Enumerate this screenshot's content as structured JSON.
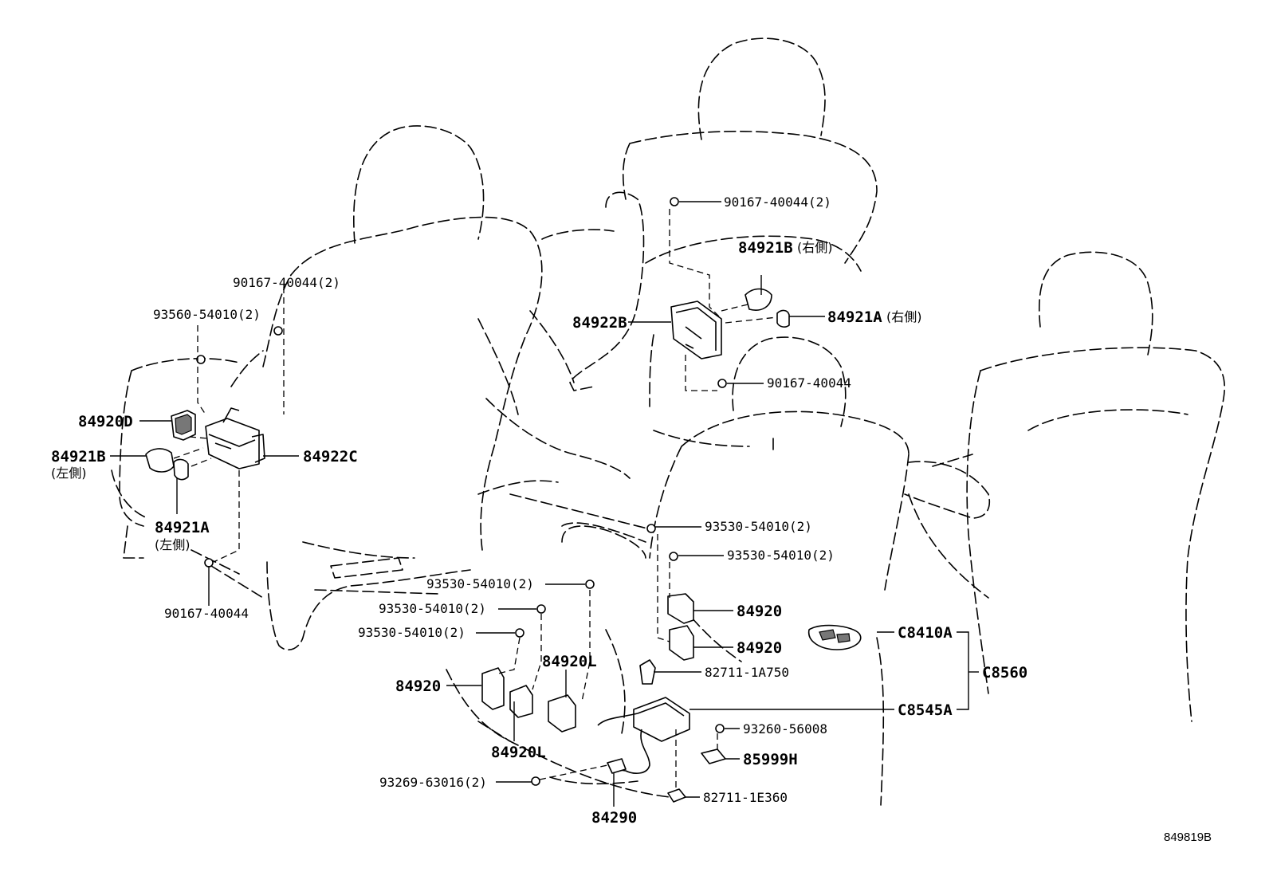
{
  "diagram_code": "849819B",
  "labels": {
    "p_90167_40044_2_left": "90167-40044(2)",
    "p_93560_54010_2": "93560-54010(2)",
    "p_84920D": "84920D",
    "p_84921B_left": "84921B",
    "p_left_side_1": "(左側)",
    "p_84921A_left": "84921A",
    "p_left_side_2": "(左側)",
    "p_84922C": "84922C",
    "p_90167_40044_bottom": "90167-40044",
    "p_90167_40044_2_right": "90167-40044(2)",
    "p_84921B_right": "84921B",
    "p_right_side_1": "(右側)",
    "p_84921A_right": "84921A",
    "p_right_side_2": "(右側)",
    "p_84922B": "84922B",
    "p_90167_40044_mid": "90167-40044",
    "p_93530_54010_2_a": "93530-54010(2)",
    "p_93530_54010_2_b": "93530-54010(2)",
    "p_93530_54010_2_c": "93530-54010(2)",
    "p_93530_54010_2_d": "93530-54010(2)",
    "p_93530_54010_2_e": "93530-54010(2)",
    "p_84920_a": "84920",
    "p_84920_b": "84920",
    "p_84920_c": "84920",
    "p_84920L_a": "84920L",
    "p_84920L_b": "84920L",
    "p_82711_1A750": "82711-1A750",
    "p_C8410A": "C8410A",
    "p_C8560": "C8560",
    "p_C8545A": "C8545A",
    "p_93260_56008": "93260-56008",
    "p_85999H": "85999H",
    "p_82711_1E360": "82711-1E360",
    "p_93269_63016_2": "93269-63016(2)",
    "p_84290": "84290"
  }
}
